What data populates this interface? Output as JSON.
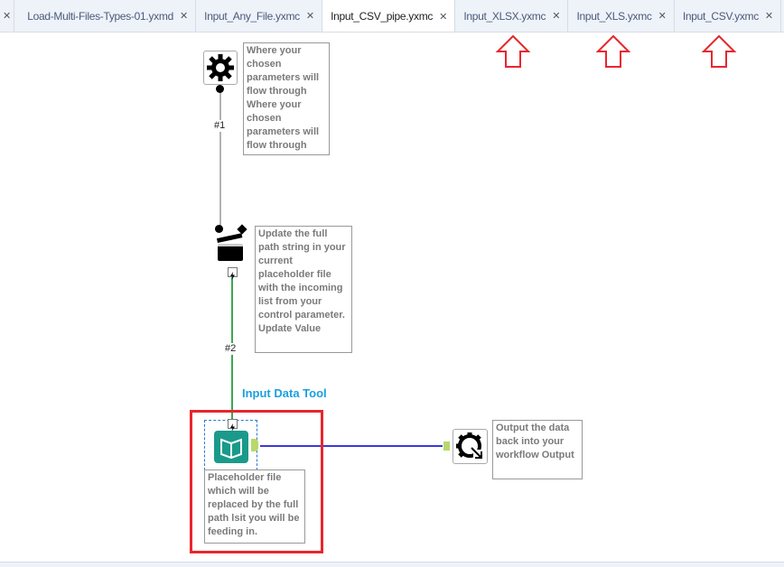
{
  "tabs": [
    {
      "label": "Load-Multi-Files-Types-01.yxmd"
    },
    {
      "label": "Input_Any_File.yxmc"
    },
    {
      "label": "Input_CSV_pipe.yxmc",
      "active": true
    },
    {
      "label": "Input_XLSX.yxmc"
    },
    {
      "label": "Input_XLS.yxmc"
    },
    {
      "label": "Input_CSV.yxmc"
    }
  ],
  "close_glyph": "✕",
  "canvas": {
    "annotation_control": "Where your chosen parameters will flow through Where your chosen parameters will flow through",
    "connection_1": "#1",
    "annotation_action": "Update the full path string in your current placeholder file with the incoming list from your control parameter. Update Value",
    "connection_2": "#2",
    "input_label": "Input Data Tool",
    "annotation_input": "Placeholder file which will be replaced by the full path lsit you will be feeding in.",
    "annotation_output": "Output the data back into your workflow Output"
  },
  "colors": {
    "highlight": "#e8262d",
    "label": "#1a9fe0",
    "input_tool": "#1a9a8a",
    "connection_blue": "#3a3ad8",
    "connection_green": "#3aa852"
  }
}
